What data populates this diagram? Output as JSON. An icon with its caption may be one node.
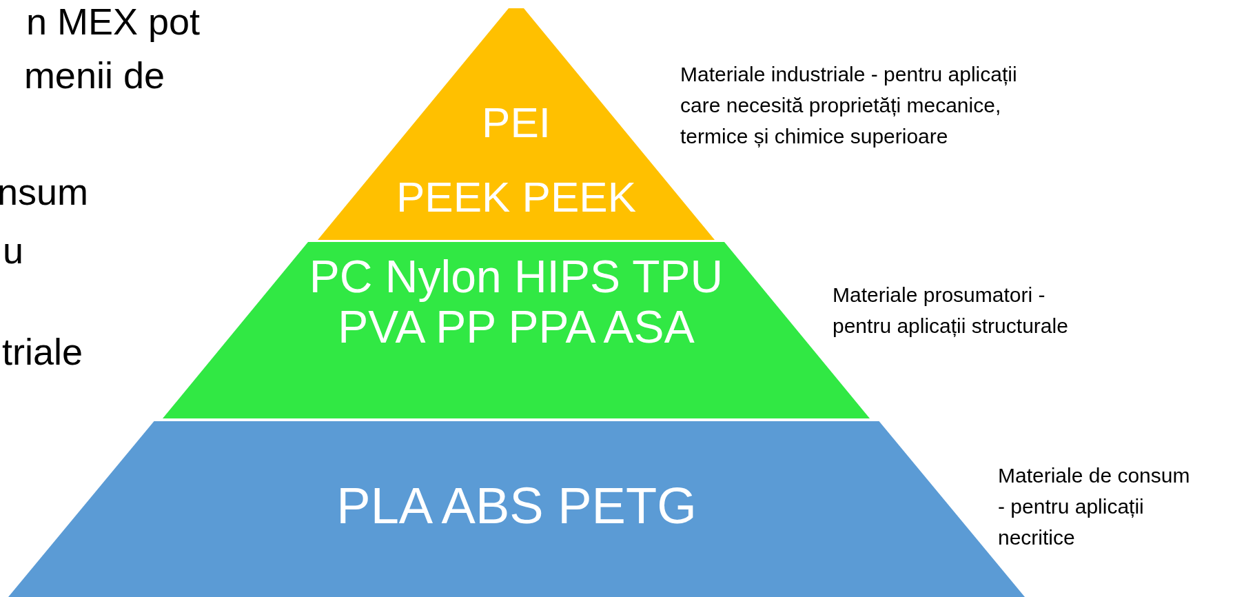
{
  "diagram": {
    "nodes": [
      {
        "text": [
          "PEI",
          "PEEK PEEK"
        ],
        "beside": [
          "Materiale industriale - pentru aplicații care necesită proprietăți mecanice, termice și chimice superioare"
        ]
      },
      {
        "text": [
          "PC Nylon HIPS TPU PVA PP PPA ASA"
        ],
        "beside": [
          "Materiale prosumatori - pentru aplicații structurale"
        ]
      },
      {
        "text": [
          "PLA ABS PETG"
        ],
        "beside": [
          "Materiale de consum - pentru aplicații necritice"
        ]
      }
    ],
    "labels": [
      "n MEX pot",
      "menii de",
      "nsum",
      "u",
      "triale"
    ]
  }
}
